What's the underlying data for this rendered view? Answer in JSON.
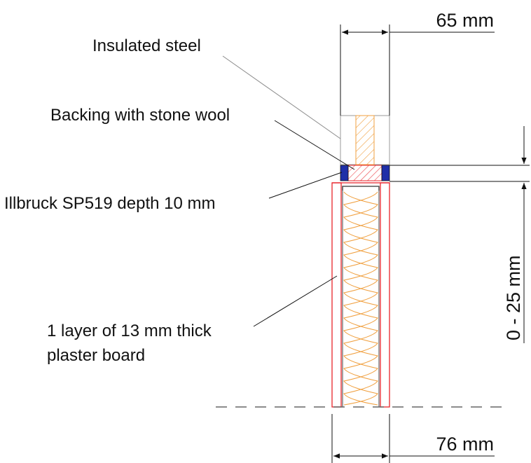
{
  "labels": {
    "insulated_steel": "Insulated steel",
    "backing": "Backing with stone wool",
    "illbruck": "Illbruck SP519 depth 10 mm",
    "plaster_line1": "1 layer of 13 mm thick",
    "plaster_line2": "plaster board"
  },
  "dimensions": {
    "top_width": "65 mm",
    "bottom_width": "76 mm",
    "gap": "0 - 25 mm"
  },
  "colors": {
    "line": "#111111",
    "plasterboard": "#e8232a",
    "insulation": "#f0a040",
    "sealant": "#1f2fa8",
    "leader_gray": "#8a8a8a"
  }
}
